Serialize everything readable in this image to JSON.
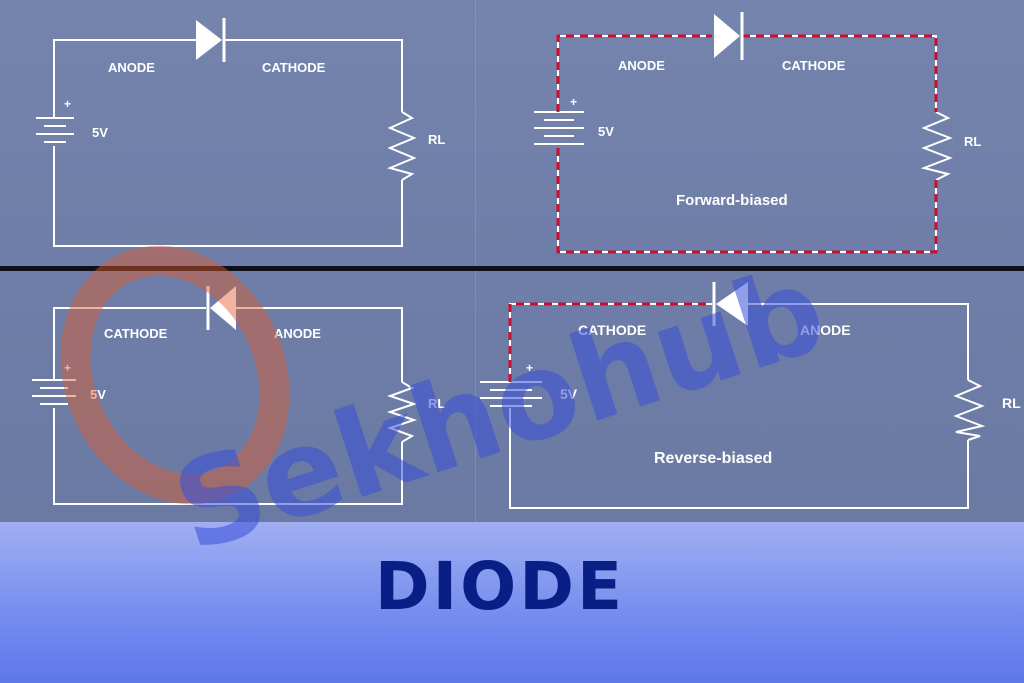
{
  "panels": [
    {
      "anode": "ANODE",
      "cathode": "CATHODE",
      "voltage": "5V",
      "plus": "+",
      "load": "RL"
    },
    {
      "anode": "ANODE",
      "cathode": "CATHODE",
      "voltage": "5V",
      "plus": "+",
      "load": "RL",
      "caption": "Forward-biased"
    },
    {
      "cathode": "CATHODE",
      "anode": "ANODE",
      "voltage": "5V",
      "plus": "+",
      "load": "RL"
    },
    {
      "cathode": "CATHODE",
      "anode": "ANODE",
      "voltage": "5V",
      "plus": "+",
      "load": "RL",
      "caption": "Reverse-biased"
    }
  ],
  "title": "DIODE",
  "watermark": "Sekhohub",
  "colors": {
    "wire": "#ffffff",
    "current_path": "#c8102e",
    "title": "#0a1f86",
    "watermark": "#3a4fd8"
  }
}
